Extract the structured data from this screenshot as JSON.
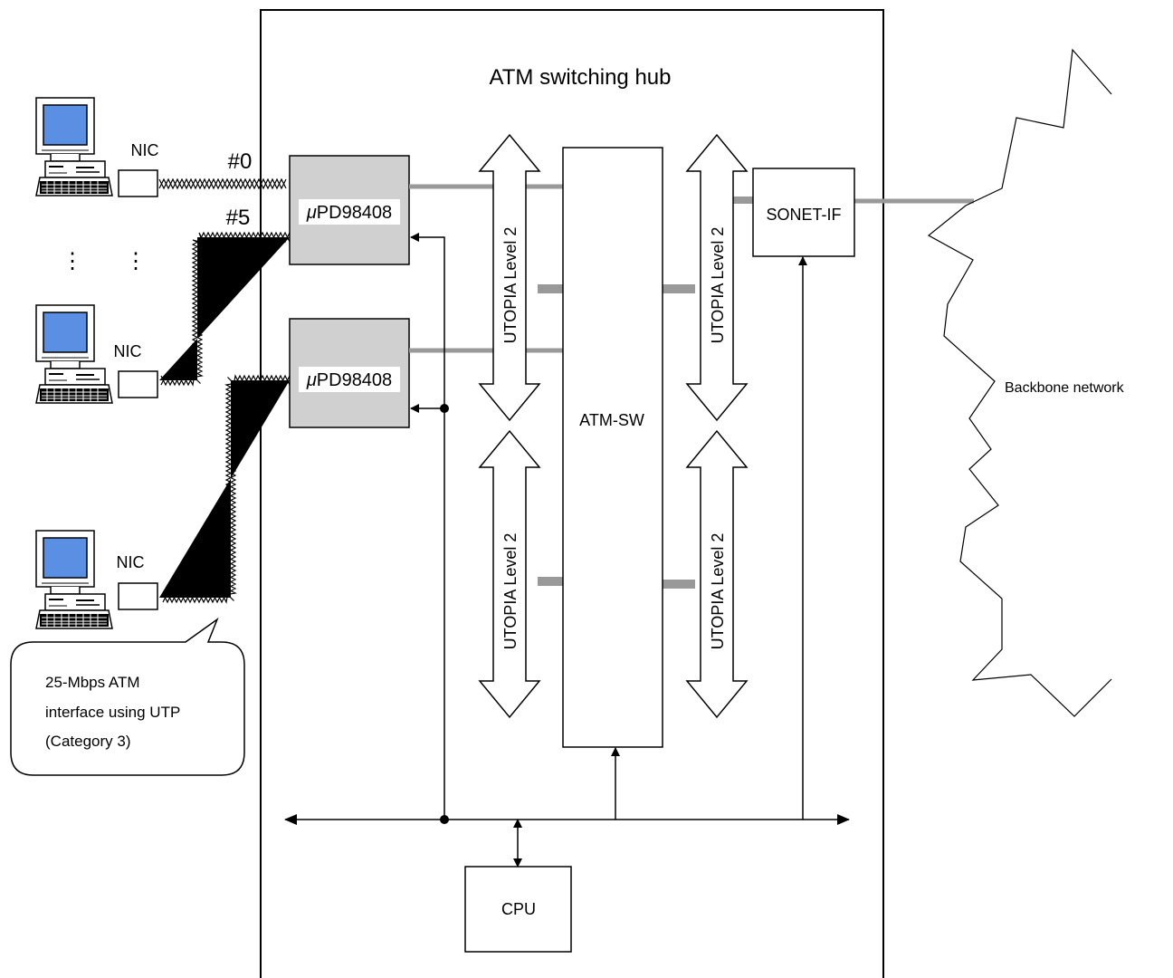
{
  "hub_title": "ATM switching hub",
  "nic_label": "NIC",
  "ports": {
    "first": "#0",
    "second": "#5"
  },
  "phy_chip": {
    "mu": "μ",
    "rest": "PD98408"
  },
  "utopia_label": "UTOPIA Level 2",
  "atm_sw_label": "ATM-SW",
  "sonet_label": "SONET-IF",
  "cpu_label": "CPU",
  "backbone_label": "Backbone network",
  "callout_lines": [
    "25-Mbps ATM",
    "interface using UTP",
    "(Category 3)"
  ],
  "ellipsis_glyph": "⋮",
  "colors": {
    "screen_blue": "#5b8fe3",
    "chip_gray": "#d0d0d0",
    "bus_gray": "#999999",
    "outline": "#000000"
  }
}
